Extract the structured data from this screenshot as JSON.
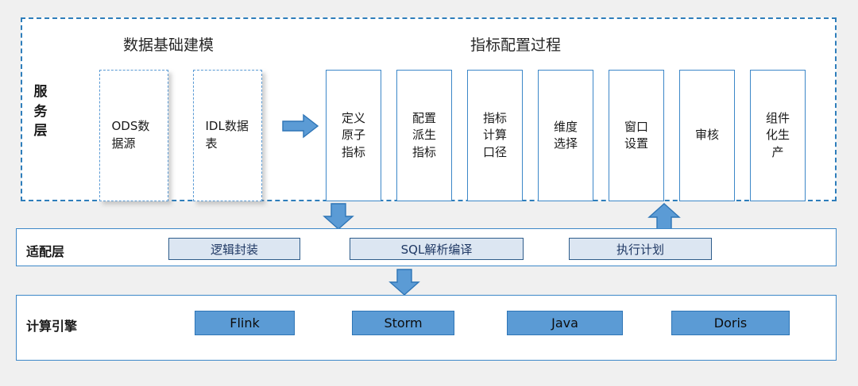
{
  "diagram": {
    "service_layer": {
      "label": "服务层",
      "label_chars": [
        "服",
        "务",
        "层"
      ],
      "groups": [
        {
          "title": "数据基础建模"
        },
        {
          "title": "指标配置过程"
        }
      ],
      "source_boxes": [
        {
          "name": "ods-source",
          "label": "ODS数据源"
        },
        {
          "name": "idl-table",
          "label": "IDL数据表"
        }
      ],
      "process_boxes": [
        {
          "name": "define-atomic-metric",
          "label": "定义\n原子\n指标"
        },
        {
          "name": "configure-derived-metric",
          "label": "配置\n派生\n指标"
        },
        {
          "name": "metric-calculation-caliber",
          "label": "指标\n计算\n口径"
        },
        {
          "name": "dimension-selection",
          "label": "维度\n选择"
        },
        {
          "name": "window-settings",
          "label": "窗口\n设置"
        },
        {
          "name": "review",
          "label": "审核"
        },
        {
          "name": "componentized-production",
          "label": "组件\n化生\n产"
        }
      ]
    },
    "adaptation_layer": {
      "label": "适配层",
      "items": [
        {
          "name": "logic-encapsulation",
          "label": "逻辑封装"
        },
        {
          "name": "sql-parse-compile",
          "label": "SQL解析编译"
        },
        {
          "name": "execution-plan",
          "label": "执行计划"
        }
      ]
    },
    "compute_layer": {
      "label": "计算引擎",
      "items": [
        {
          "name": "flink",
          "label": "Flink"
        },
        {
          "name": "storm",
          "label": "Storm"
        },
        {
          "name": "java",
          "label": "Java"
        },
        {
          "name": "doris",
          "label": "Doris"
        }
      ]
    },
    "arrows": [
      {
        "name": "arrow-right-sources-to-process",
        "direction": "right"
      },
      {
        "name": "arrow-down-service-to-adaptation",
        "direction": "down"
      },
      {
        "name": "arrow-up-adaptation-to-service",
        "direction": "up"
      },
      {
        "name": "arrow-down-adaptation-to-compute",
        "direction": "down"
      }
    ],
    "colors": {
      "page_background": "#f0f0f0",
      "panel_background": "#ffffff",
      "border_blue": "#3c87c8",
      "dashed_blue": "#2e7ebb",
      "chip_fill_light": "#dce6f2",
      "chip_text_dark_blue": "#1f3864",
      "engine_fill": "#5b9bd5",
      "engine_border": "#2e75b6",
      "arrow_fill": "#5b9bd5",
      "arrow_stroke": "#2e75b6",
      "text_dark": "#1a1a1a"
    }
  }
}
